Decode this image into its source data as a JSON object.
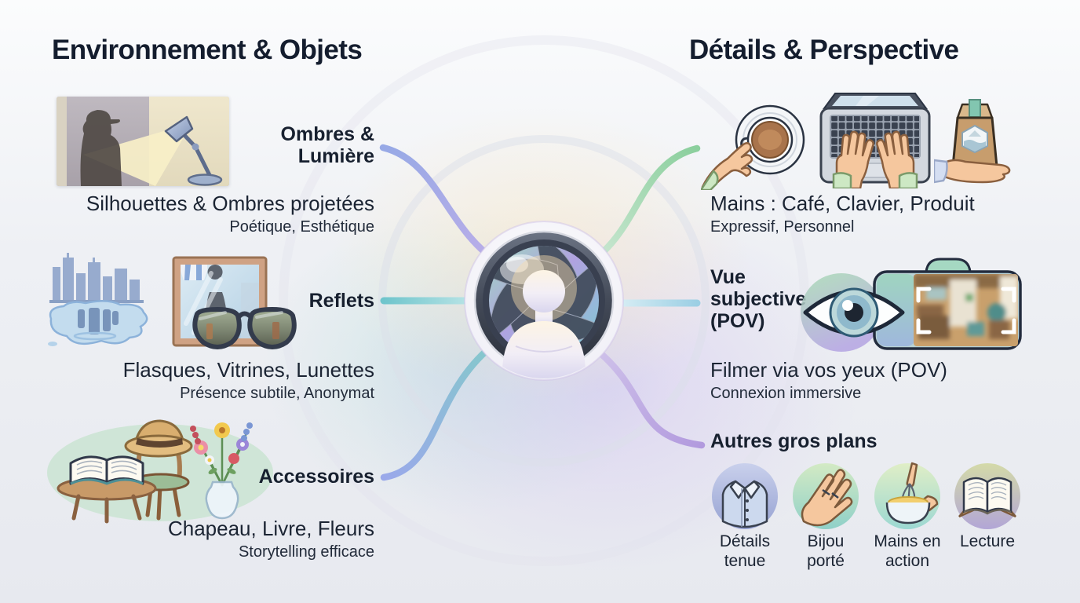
{
  "left": {
    "title": "Environnement & Objets",
    "shadow": {
      "label_lines": [
        "Ombres &",
        "Lumière"
      ],
      "caption": "Silhouettes & Ombres projetées",
      "subcaption": "Poétique, Esthétique",
      "icon": "silhouette-lamp-illustration"
    },
    "reflections": {
      "label": "Reflets",
      "caption": "Flasques, Vitrines, Lunettes",
      "subcaption": "Présence subtile, Anonymat",
      "icons": [
        "city-puddle-reflection-illustration",
        "window-reflection-illustration",
        "sunglasses-illustration"
      ]
    },
    "accessories": {
      "label": "Accessoires",
      "caption": "Chapeau, Livre, Fleurs",
      "subcaption": "Storytelling efficace",
      "icon": "hat-book-flowers-illustration"
    }
  },
  "right": {
    "title": "Détails & Perspective",
    "hands": {
      "caption": "Mains : Café, Clavier, Produit",
      "subcaption": "Expressif, Personnel",
      "icons": [
        "hand-coffee-illustration",
        "hands-keyboard-illustration",
        "hand-product-illustration"
      ]
    },
    "pov": {
      "label_lines": [
        "Vue",
        "subjective",
        "(POV)"
      ],
      "caption": "Filmer via vos yeux (POV)",
      "subcaption": "Connexion immersive",
      "icons": [
        "eye-icon",
        "camera-viewfinder-illustration"
      ]
    },
    "closeups": {
      "label": "Autres gros plans",
      "items": [
        {
          "label_lines": [
            "Détails",
            "tenue"
          ],
          "icon": "shirt-collar-icon"
        },
        {
          "label_lines": [
            "Bijou",
            "porté"
          ],
          "icon": "hand-rings-icon"
        },
        {
          "label_lines": [
            "Mains en",
            "action"
          ],
          "icon": "whisk-bowl-icon"
        },
        {
          "label_lines": [
            "Lecture",
            ""
          ],
          "icon": "open-book-icon"
        }
      ]
    }
  },
  "center": {
    "icon": "camera-lens-person-icon"
  },
  "colors": {
    "text": "#17202f",
    "connector_blue": "#97a9e6",
    "connector_purple": "#b49de0",
    "connector_teal": "#6fc5cc",
    "connector_green": "#8bcf9d",
    "connector_lightblue": "#9ccfe4",
    "background": "#eef0f4"
  }
}
